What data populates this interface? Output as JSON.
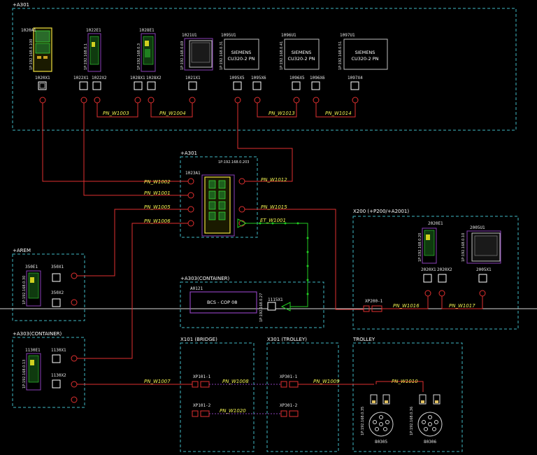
{
  "groups": {
    "a301_top": "+A301",
    "a301_mid": "+A301",
    "arem": "+AREM",
    "a303_container_mid": "+A303(CONTAINER)",
    "a303_container_left": "+A303(CONTAINER)",
    "x200": "X200 (+P200/+A2001)",
    "x101": "X101 (BRIDGE)",
    "x301": "X301 (TROLLEY)",
    "trolley": "TROLLEY"
  },
  "devices": {
    "d1020a1": "1020A1",
    "d1022e1": "1022E1",
    "d1028e1": "1028E1",
    "d1021u1": "1021U1",
    "d1095u1": "1095U1",
    "d1096u1": "1096U1",
    "d1097u1": "1097U1",
    "d1023a1": "1023A1",
    "d350e1": "350E1",
    "d1130e1": "1130E1",
    "d2020e1": "2020E1",
    "d2005u1": "2005U1",
    "a0121": "A0121",
    "bcs": "BCS - COP 08",
    "siemens1": "SIEMENS",
    "cu1": "CU320-2 PN",
    "siemens2": "SIEMENS",
    "cu2": "CU320-2 PN",
    "siemens3": "SIEMENS",
    "cu3": "CU320-2 PN",
    "b80305": "80305",
    "b80306": "80306"
  },
  "ips": {
    "ip1020": "1P:192.168.0.100",
    "ip1022": "1P:192.168.0.1",
    "ip1028": "1P:192.168.0.3",
    "ip1021": "1P:192.168.0.69",
    "ip1095": "1P:192.168.0.31",
    "ip1096": "1P:192.168.0.41",
    "ip1097": "1P:192.168.0.51",
    "ip1023": "1P:192.168.0.203",
    "ip350": "1P:192.168.0.30",
    "ip1130": "1P:192.168.0.13",
    "ip2020": "1P:192.168.0.20",
    "ip2005": "1P:192.168.0.10",
    "ip1115": "1P:192.168.0.27",
    "ipt1": "1P:192.168.0.35",
    "ipt2": "1P:192.168.0.36"
  },
  "ports": {
    "p1020x1": "1020X1",
    "p1022x1": "1022X1",
    "p1022x2": "1022X2",
    "p1028x1": "1028X1",
    "p1028x2": "1028X2",
    "p1021x1": "1021X1",
    "p1095x5": "1095X5",
    "p1095x6": "1095X6",
    "p1096x5": "1096X5",
    "p1096x6": "1096X6",
    "p1097x4": "1097X4",
    "p350x1": "350X1",
    "p350x2": "350X2",
    "p1130x1": "1130X1",
    "p1130x2": "1130X2",
    "p1115x1": "1115X1",
    "p2020x1": "2020X1",
    "p2020x2": "2020X2",
    "p2005x1": "2005X1",
    "xp200": "XP200-1",
    "xp101_1": "XP101-1",
    "xp101_2": "XP101-2",
    "xp301_1": "XP301-1",
    "xp301_2": "XP301-2"
  },
  "cables": {
    "w1003": "PN_W1003",
    "w1004": "PN_W1004",
    "w1013": "PN_W1013",
    "w1014": "PN_W1014",
    "w1002": "PN_W1002",
    "w1001": "PN_W1001",
    "w1005": "PN_W1005",
    "w1006": "PN_W1006",
    "w1012": "PN_W1012",
    "w1015": "PN_W1015",
    "w1": "ET_W1001",
    "w1016": "PN_W1016",
    "w1017": "PN_W1017",
    "w1007": "PN_W1007",
    "w1008": "PN_W1008",
    "w1009": "PN_W1009",
    "w1010": "PN_W1010",
    "w1020": "PN_W1020"
  },
  "colors": {
    "frame": "#3fb7c4",
    "profinet": "#e03030",
    "ethernet": "#22cc22",
    "label": "#f0f050",
    "module": "#8a3fb8"
  }
}
